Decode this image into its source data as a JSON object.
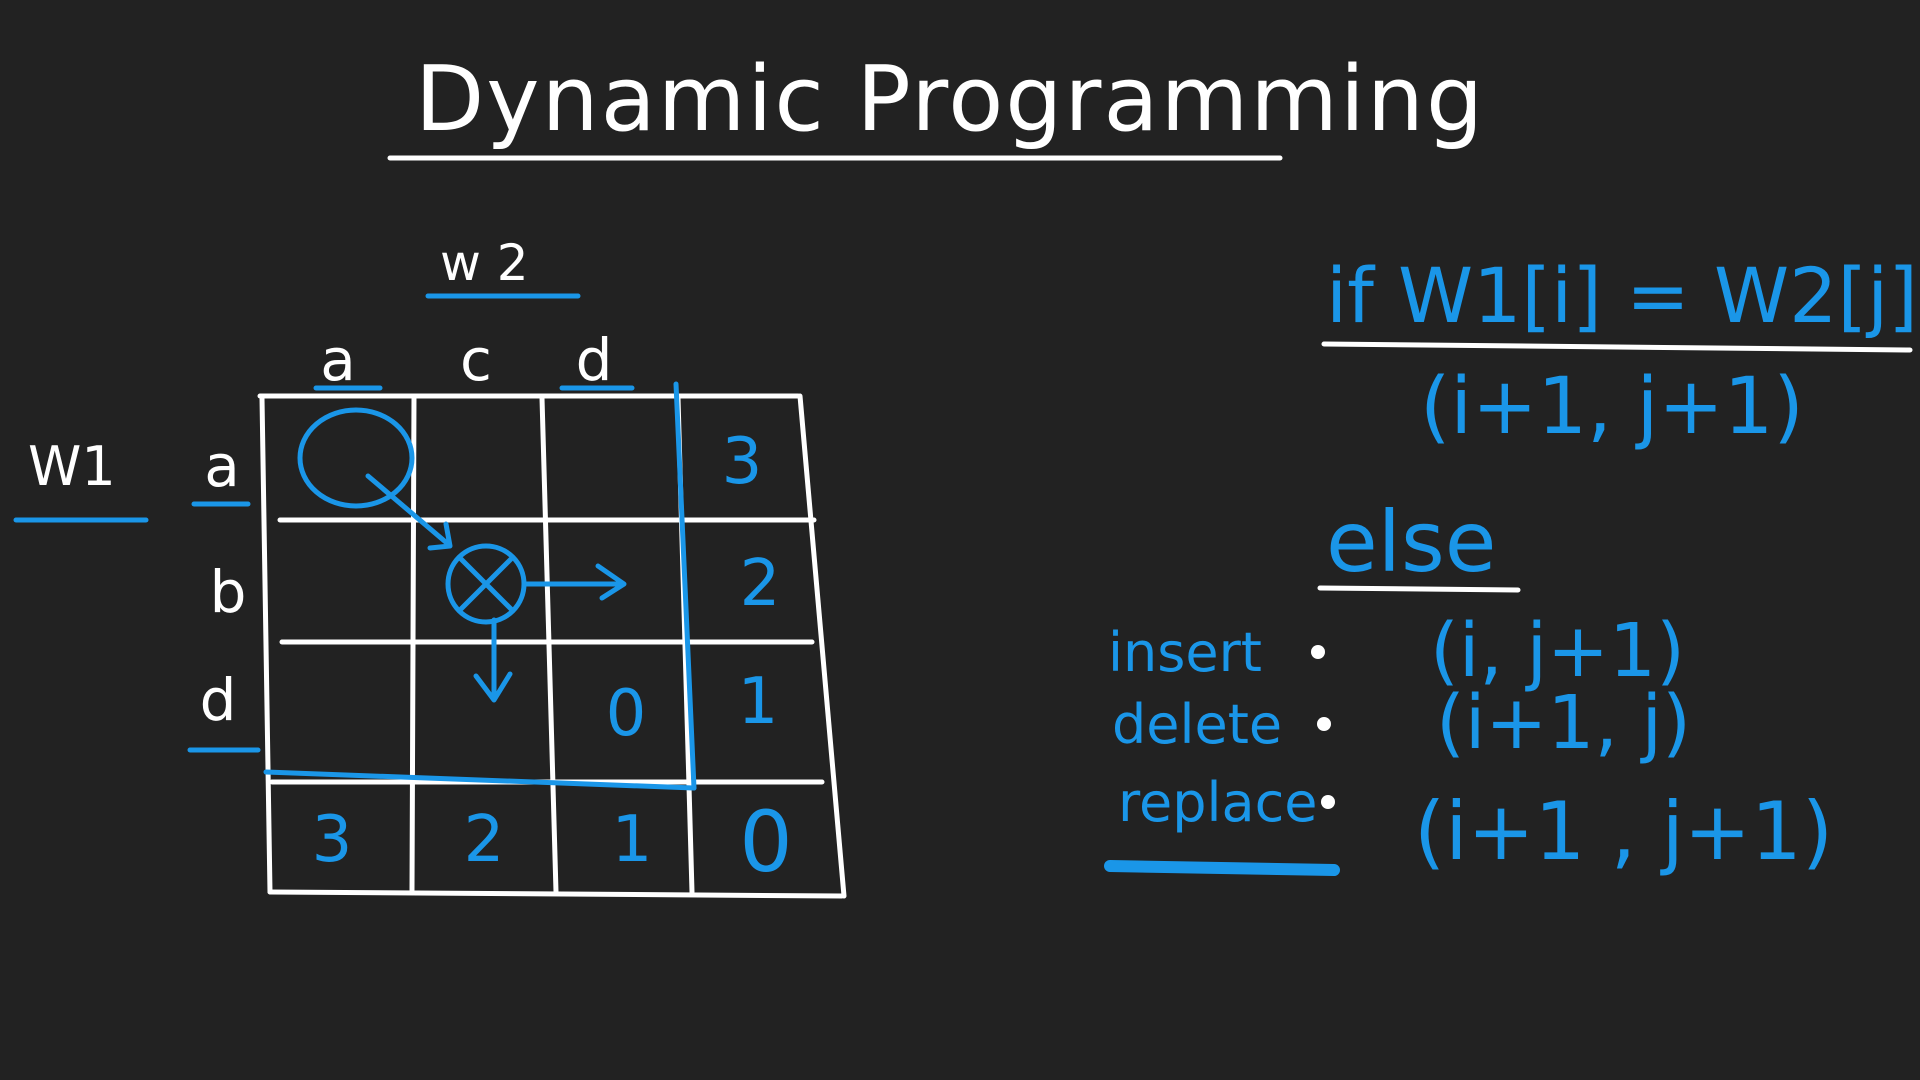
{
  "title": "Dynamic Programming",
  "labels": {
    "w2": "w 2",
    "w1": "W1"
  },
  "columns": [
    "a",
    "c",
    "d"
  ],
  "rows": [
    "a",
    "b",
    "d"
  ],
  "grid_values": {
    "right_col": [
      "3",
      "2",
      "1",
      "0"
    ],
    "bottom_row": [
      "3",
      "2",
      "1"
    ],
    "inner_zero": "0"
  },
  "rules": {
    "if_condition": "if  W1[i] = W2[j]",
    "if_result": "(i+1, j+1)",
    "else_label": "else",
    "ops": [
      {
        "name": "insert",
        "value": "(i, j+1)"
      },
      {
        "name": "delete",
        "value": "(i+1, j)"
      },
      {
        "name": "replace",
        "value": "(i+1 , j+1)"
      }
    ]
  },
  "colors": {
    "background": "#222222",
    "chalk": "#ffffff",
    "accent": "#1a96e8"
  }
}
